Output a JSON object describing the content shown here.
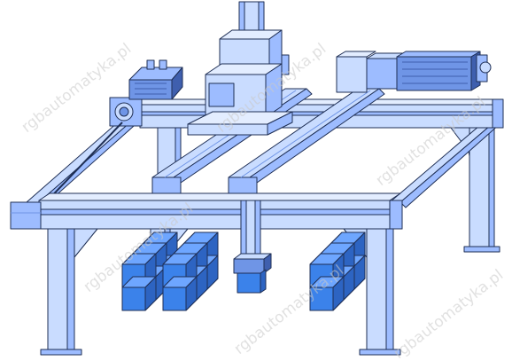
{
  "watermark": "rgbautomatyka.pl",
  "colors": {
    "frame_light": "#c9dcff",
    "frame_mid": "#9dbcff",
    "frame_dark": "#6f95e6",
    "motor_dark": "#3f5fae",
    "box_front": "#3b82ea",
    "box_top": "#6ea6ff",
    "box_side": "#2d64c2",
    "outline": "#1f2f55"
  },
  "box_stacks": [
    {
      "name": "box-stack-left-a",
      "rows": 3,
      "cols": 2
    },
    {
      "name": "box-stack-left-b",
      "rows": 3,
      "cols": 2
    },
    {
      "name": "box-stack-right",
      "rows": 3,
      "cols": 2
    }
  ]
}
